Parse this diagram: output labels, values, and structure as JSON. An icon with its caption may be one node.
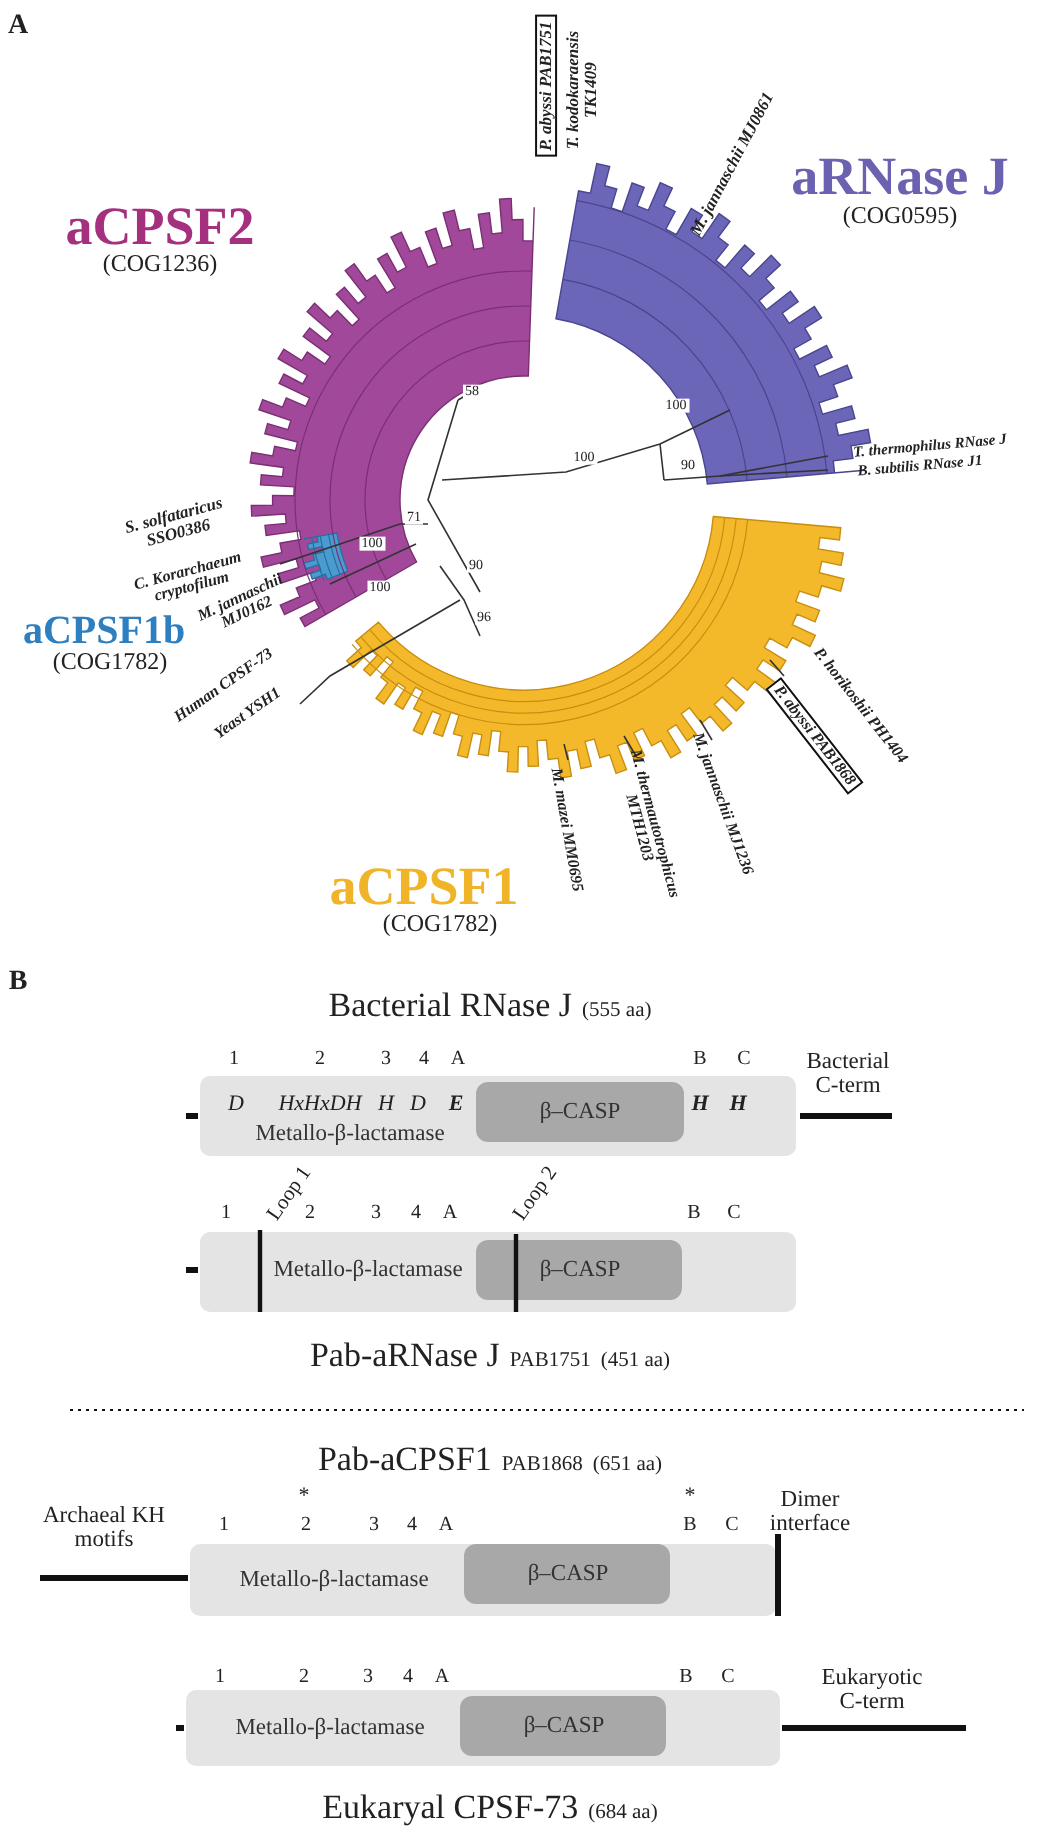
{
  "diagram": {
    "nodes": [
      {
        "text": [
          "Metallo-β-lactamase"
        ]
      },
      {
        "text": [
          "β–CASP"
        ],
        "in": 0
      },
      {
        "text": [
          "Metallo-β-lactamase"
        ]
      },
      {
        "text": [
          "β–CASP"
        ],
        "in": 2
      },
      {
        "text": [
          "Metallo-β-lactamase"
        ]
      },
      {
        "text": [
          "β–CASP"
        ],
        "in": 4
      },
      {
        "text": [
          "Metallo-β-lactamase"
        ]
      },
      {
        "text": [
          "β–CASP"
        ],
        "in": 6
      }
    ],
    "labels": [
      "A",
      "aCPSF2",
      "(COG1236)",
      "P. abyssi PAB1751",
      "T. kodokaraensis TK1409",
      "M. jannaschii MJ0861",
      "aRNase J",
      "(COG0595)",
      "58",
      "100",
      "100",
      "90",
      "T. thermophilus RNase J",
      "B. subtilis RNase J1",
      "S. solfataricus SSO0386",
      "71",
      "100",
      "C. Korarchaeum cryptofilum",
      "M. jannaschii MJ0162",
      "100",
      "90",
      "96",
      "aCPSF1b",
      "(COG1782)",
      "Human CPSF-73",
      "Yeast YSH1",
      "M. mazei MM0695",
      "M. thermautotrophicus MTH1203",
      "M. jannaschii MJ1236",
      "P. horikoshii PH1404",
      "P. abyssi PAB1868",
      "aCPSF1",
      "(COG1782)",
      "B",
      "Bacterial RNase J",
      "(555 aa)",
      "1",
      "2",
      "3",
      "4",
      "A",
      "B",
      "C",
      "Bacterial C-term",
      "D",
      "HxHxDH",
      "H",
      "D",
      "E",
      "H",
      "H",
      "Loop 1",
      "Loop 2",
      "1",
      "2",
      "3",
      "4",
      "A",
      "B",
      "C",
      "Pab-aRNase J",
      "PAB1751",
      "(451 aa)",
      "Pab-aCPSF1",
      "PAB1868",
      "(651 aa)",
      "*",
      "*",
      "Archaeal KH motifs",
      "Dimer interface",
      "1",
      "2",
      "3",
      "4",
      "A",
      "B",
      "C",
      "1",
      "2",
      "3",
      "4",
      "A",
      "B",
      "C",
      "Eukaryotic C-term",
      "Eukaryal CPSF-73",
      "(684 aa)"
    ]
  }
}
